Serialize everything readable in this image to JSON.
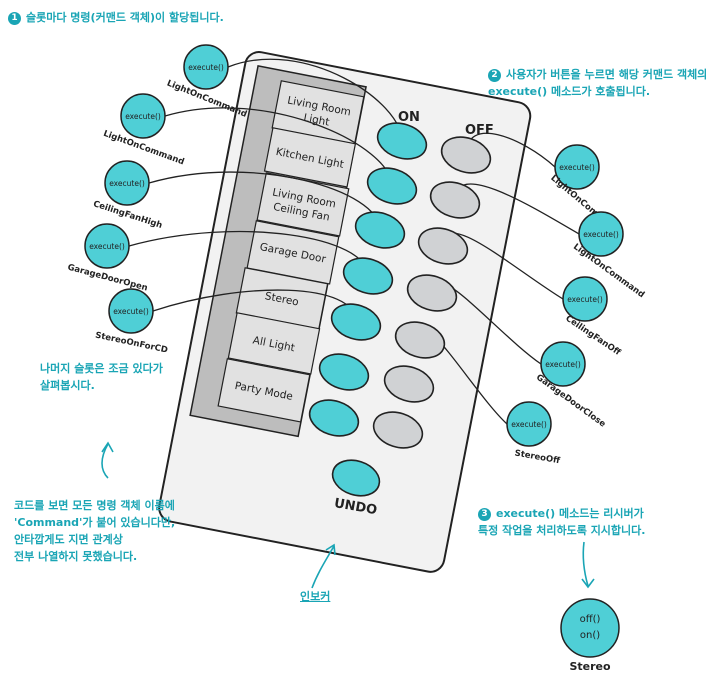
{
  "notes": {
    "slot": {
      "number": "1",
      "text": "슬롯마다 명령(커맨드 객체)이 할당됩니다."
    },
    "press": {
      "number": "2",
      "text": "사용자가 버튼을 누르면 해당 커맨드 객체의\nexecute() 메소드가 호출됩니다."
    },
    "execute": {
      "number": "3",
      "text": "execute() 메소드는 리시버가\n특정 작업을 처리하도록 지시합니다."
    },
    "remaining": {
      "text": "나머지 슬롯은 조금 있다가\n살펴봅시다."
    },
    "naming": {
      "text": "코드를 보면 모든 명령 객체 이름에\n'Command'가 붙어 있습니다만,\n안타깝게도 지면 관계상\n전부 나열하지 못했습니다."
    },
    "invoker": {
      "text": "인보커"
    }
  },
  "remote": {
    "on_label": "ON",
    "off_label": "OFF",
    "undo_label": "UNDO",
    "slots": [
      "Living Room\nLight",
      "Kitchen Light",
      "Living Room\nCeiling Fan",
      "Garage Door",
      "Stereo",
      "All Light",
      "Party Mode"
    ]
  },
  "commands_left": [
    {
      "method": "execute()",
      "name": "LightOnCommand"
    },
    {
      "method": "execute()",
      "name": "LightOnCommand"
    },
    {
      "method": "execute()",
      "name": "CeilingFanHigh"
    },
    {
      "method": "execute()",
      "name": "GarageDoorOpen"
    },
    {
      "method": "execute()",
      "name": "StereoOnForCD"
    }
  ],
  "commands_right": [
    {
      "method": "execute()",
      "name": "LightOnCommand"
    },
    {
      "method": "execute()",
      "name": "LightOnCommand"
    },
    {
      "method": "execute()",
      "name": "CeilingFanOff"
    },
    {
      "method": "execute()",
      "name": "GarageDoorClose"
    },
    {
      "method": "execute()",
      "name": "StereoOff"
    }
  ],
  "receiver": {
    "methods": [
      "off()",
      "on()"
    ],
    "name": "Stereo"
  },
  "colors": {
    "teal": "#4fcfd6",
    "accent": "#1aa5b5",
    "gray": "#d0d2d4",
    "remote": "#f2f2f2",
    "stroke": "#222222"
  }
}
